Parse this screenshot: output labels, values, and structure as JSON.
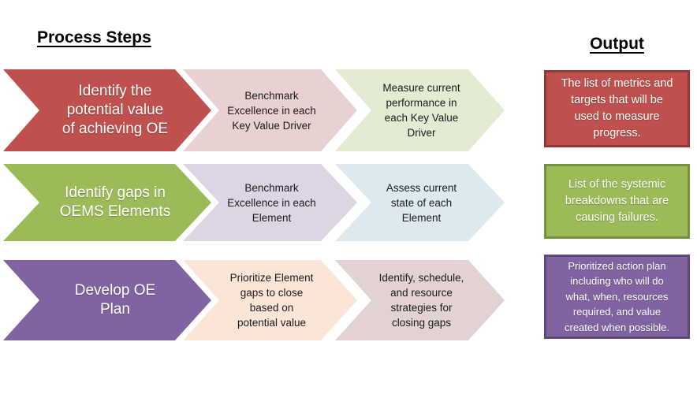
{
  "header": {
    "process_steps_title": "Process Steps",
    "output_title": "Output"
  },
  "palette": {
    "row1_accent": "#C0504D",
    "row1_border": "#943634",
    "row2_accent": "#9BBB59",
    "row2_border": "#76923C",
    "row3_accent": "#8064A2",
    "row3_border": "#5F497A"
  },
  "rows": [
    {
      "main": {
        "label": "Identify the\npotential value\nof achieving OE",
        "fill": "#C0504D"
      },
      "steps": [
        {
          "label": "Benchmark\nExcellence in each\nKey Value Driver",
          "fill": "#E8D2D1"
        },
        {
          "label": "Measure current\nperformance in\neach Key Value\nDriver",
          "fill": "#E3EBD3"
        }
      ],
      "output": {
        "label": "The list of metrics and\ntargets that will be\nused to measure\nprogress.",
        "fill": "#C0504D",
        "border": "#943634"
      }
    },
    {
      "main": {
        "label": "Identify gaps in\nOEMS Elements",
        "fill": "#9BBB59"
      },
      "steps": [
        {
          "label": "Benchmark\nExcellence in each\nElement",
          "fill": "#DCD5E5"
        },
        {
          "label": "Assess current\nstate of each\nElement",
          "fill": "#DCEAF0"
        }
      ],
      "output": {
        "label": "List of the systemic\nbreakdowns that are\ncausing failures.",
        "fill": "#9BBB59",
        "border": "#76923C"
      }
    },
    {
      "main": {
        "label": "Develop OE\nPlan",
        "fill": "#8064A2"
      },
      "steps": [
        {
          "label": "Prioritize Element\ngaps to close\nbased on\npotential value",
          "fill": "#FBE5D6"
        },
        {
          "label": "Identify, schedule,\nand resource\nstrategies for\nclosing gaps",
          "fill": "#E3D2D2"
        }
      ],
      "output": {
        "label": "Prioritized action plan\nincluding who will do\nwhat, when,  resources\nrequired, and value\ncreated when possible.",
        "fill": "#8064A2",
        "border": "#5F497A"
      }
    }
  ]
}
